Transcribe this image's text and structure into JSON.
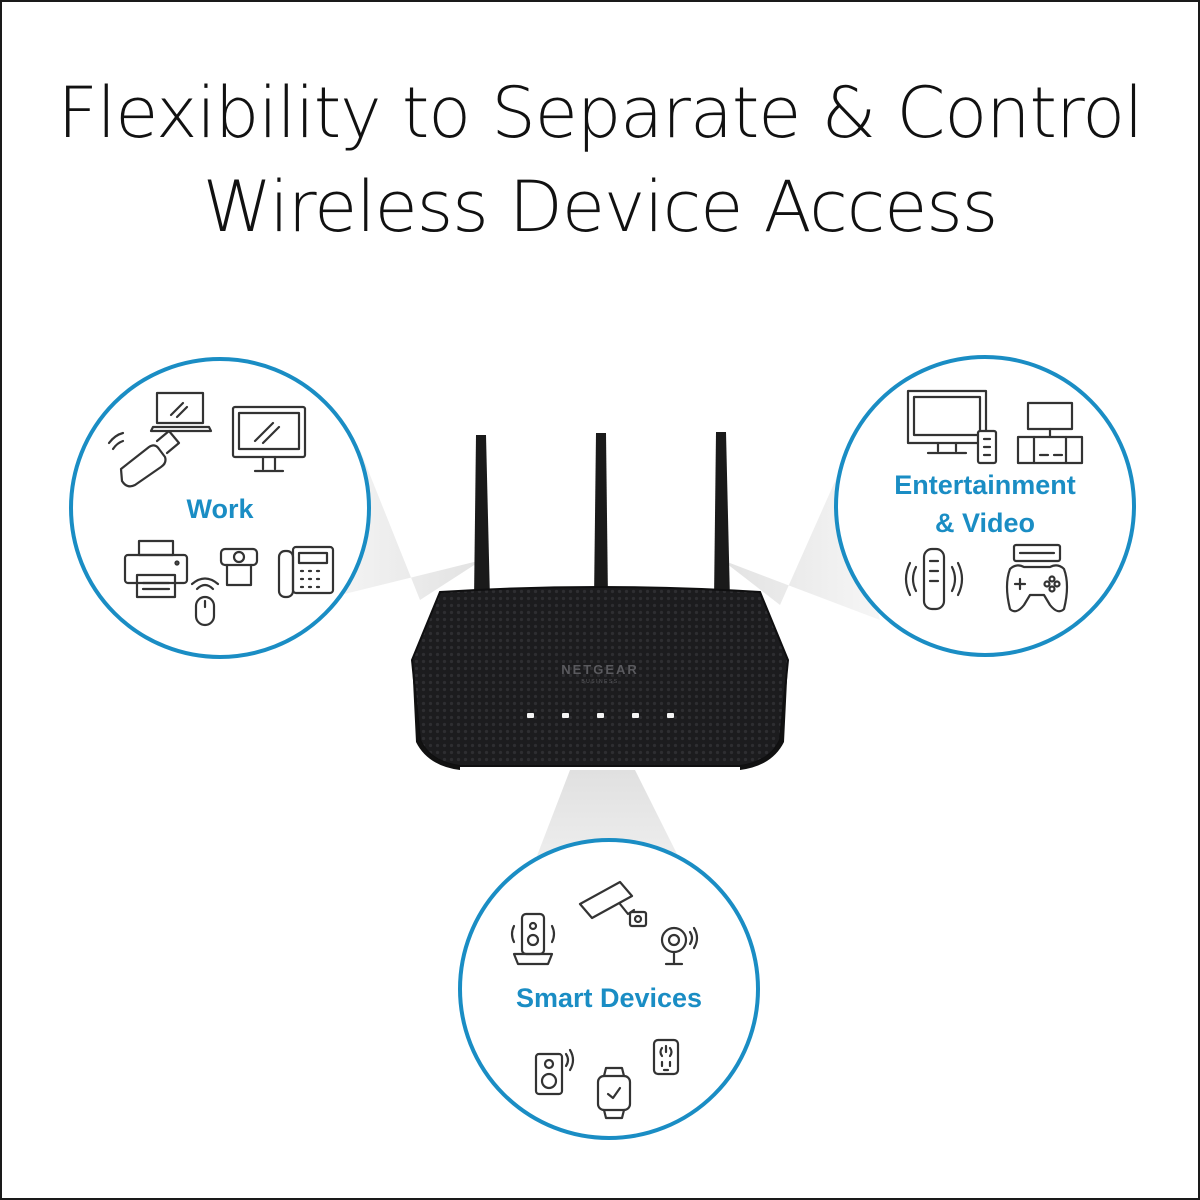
{
  "headline": {
    "line1": "Flexibility to Separate & Control",
    "line2": "Wireless Device Access"
  },
  "router": {
    "brand": "NETGEAR",
    "sub_brand": "BUSINESS",
    "led_count": 5
  },
  "categories": {
    "work": {
      "label": "Work",
      "icons": [
        "usb-wifi-icon",
        "laptop-icon",
        "monitor-icon",
        "printer-icon",
        "wireless-mouse-icon",
        "webcam-icon",
        "desk-phone-icon"
      ]
    },
    "entertainment": {
      "line1": "Entertainment",
      "line2": "& Video",
      "icons": [
        "tv-remote-icon",
        "media-center-icon",
        "smart-speaker-icon",
        "game-controller-icon"
      ]
    },
    "smart": {
      "label": "Smart Devices",
      "icons": [
        "smart-display-icon",
        "security-camera-icon",
        "home-cam-icon",
        "speaker-icon",
        "smartwatch-icon",
        "smart-plug-icon"
      ]
    }
  },
  "colors": {
    "accent": "#1a8dc4",
    "text": "#111111",
    "router_body": "#1c1c1e",
    "beam": "#e9e9e9"
  }
}
